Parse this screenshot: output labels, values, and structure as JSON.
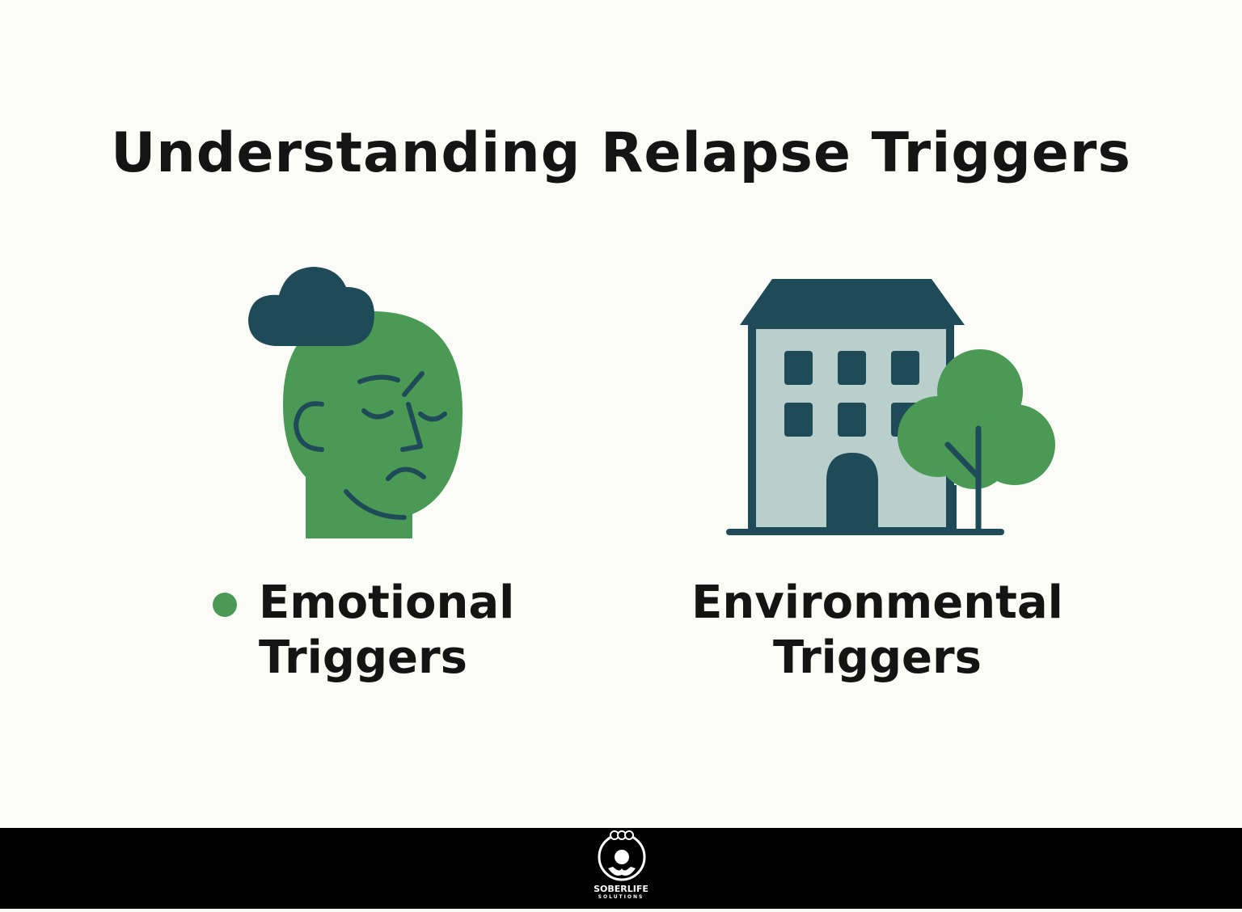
{
  "title": "Understanding Relapse Triggers",
  "items": [
    {
      "line1": "Emotional",
      "line2": "Triggers",
      "icon": "sad-head-cloud-icon"
    },
    {
      "line1": "Environmental",
      "line2": "Triggers",
      "icon": "building-tree-icon"
    }
  ],
  "footer": {
    "brand": "SOBERLIFE",
    "sub": "SOLUTIONS"
  },
  "colors": {
    "green": "#4a9a55",
    "dark": "#1f4a57",
    "building": "#b9cfcc"
  }
}
